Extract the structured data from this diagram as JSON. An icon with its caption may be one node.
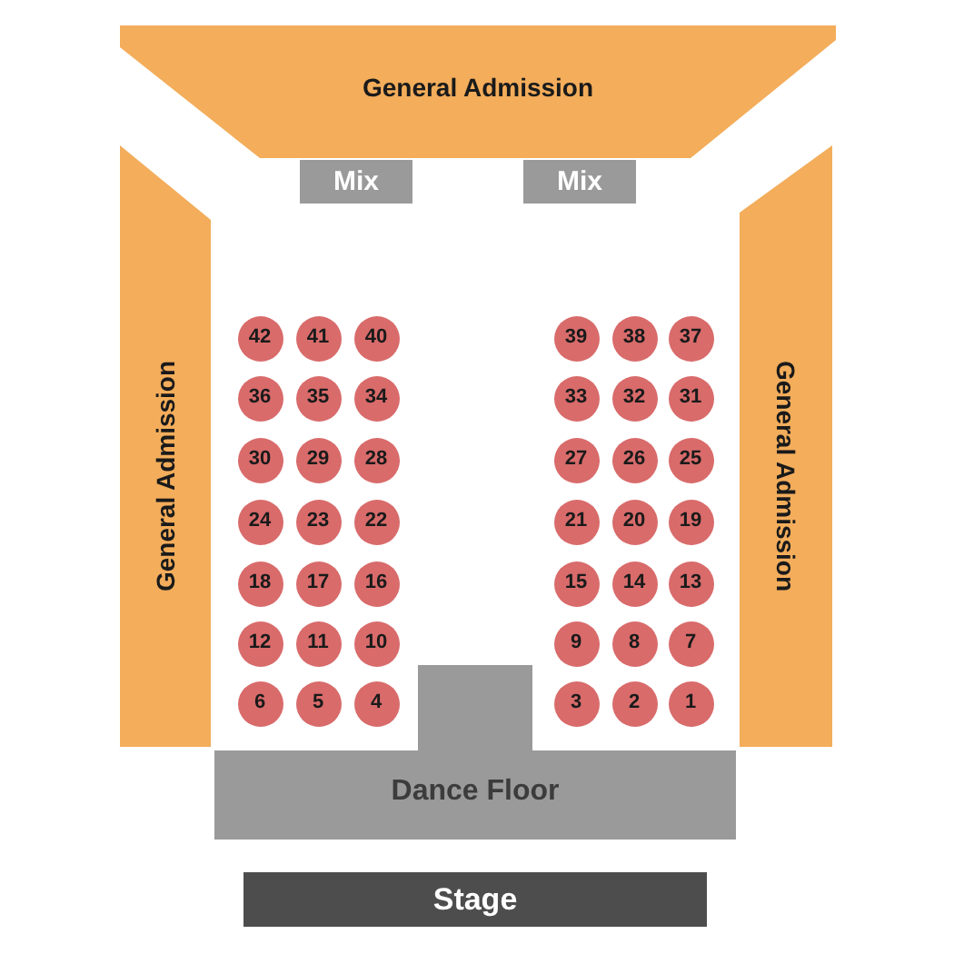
{
  "diagram": {
    "nodes": [
      {
        "text": [
          "General Admission"
        ]
      },
      {
        "text": [
          "Mix"
        ]
      },
      {
        "text": [
          "Mix"
        ]
      },
      {
        "text": [
          "General Admission"
        ]
      },
      {
        "text": [
          "General Admission"
        ]
      },
      {
        "text": [
          "42"
        ]
      },
      {
        "text": [
          "41"
        ]
      },
      {
        "text": [
          "40"
        ]
      },
      {
        "text": [
          "39"
        ]
      },
      {
        "text": [
          "38"
        ]
      },
      {
        "text": [
          "37"
        ]
      },
      {
        "text": [
          "36"
        ]
      },
      {
        "text": [
          "35"
        ]
      },
      {
        "text": [
          "34"
        ]
      },
      {
        "text": [
          "33"
        ]
      },
      {
        "text": [
          "32"
        ]
      },
      {
        "text": [
          "31"
        ]
      },
      {
        "text": [
          "30"
        ]
      },
      {
        "text": [
          "29"
        ]
      },
      {
        "text": [
          "28"
        ]
      },
      {
        "text": [
          "27"
        ]
      },
      {
        "text": [
          "26"
        ]
      },
      {
        "text": [
          "25"
        ]
      },
      {
        "text": [
          "24"
        ]
      },
      {
        "text": [
          "23"
        ]
      },
      {
        "text": [
          "22"
        ]
      },
      {
        "text": [
          "21"
        ]
      },
      {
        "text": [
          "20"
        ]
      },
      {
        "text": [
          "19"
        ]
      },
      {
        "text": [
          "18"
        ]
      },
      {
        "text": [
          "17"
        ]
      },
      {
        "text": [
          "16"
        ]
      },
      {
        "text": [
          "15"
        ]
      },
      {
        "text": [
          "14"
        ]
      },
      {
        "text": [
          "13"
        ]
      },
      {
        "text": [
          "12"
        ]
      },
      {
        "text": [
          "11"
        ]
      },
      {
        "text": [
          "10"
        ]
      },
      {
        "text": [
          "9"
        ]
      },
      {
        "text": [
          "8"
        ]
      },
      {
        "text": [
          "7"
        ]
      },
      {
        "text": [
          "6"
        ]
      },
      {
        "text": [
          "5"
        ]
      },
      {
        "text": [
          "4"
        ]
      },
      {
        "text": [
          "3"
        ]
      },
      {
        "text": [
          "2"
        ]
      },
      {
        "text": [
          "1"
        ]
      },
      {
        "text": [
          "Dance Floor"
        ]
      },
      {
        "text": [
          "Stage"
        ]
      }
    ]
  }
}
